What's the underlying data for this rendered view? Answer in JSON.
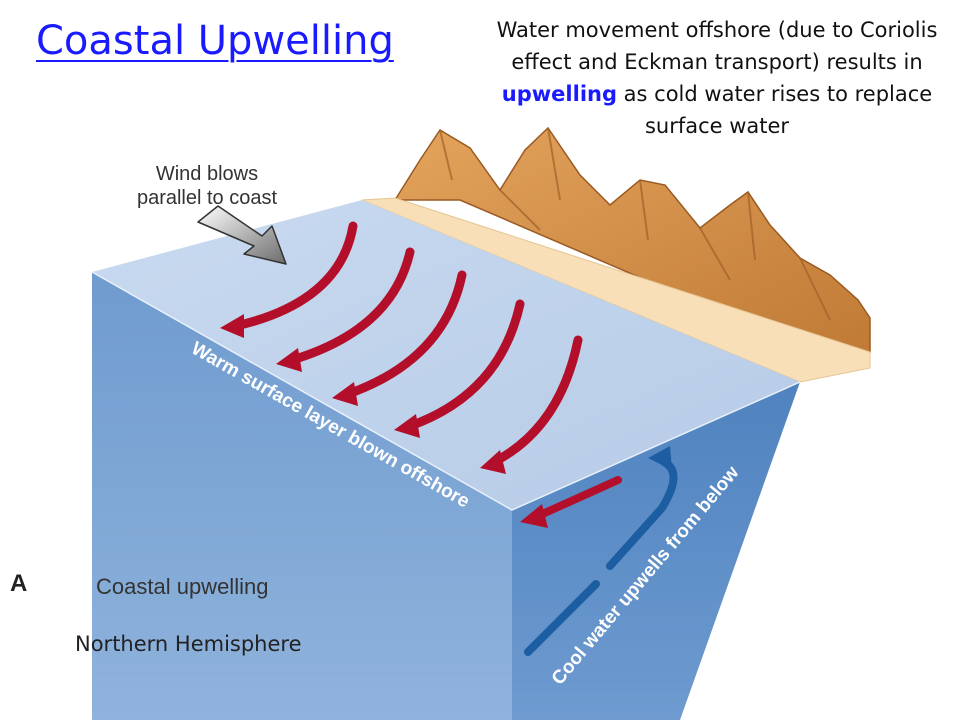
{
  "title": "Coastal Upwelling",
  "description": {
    "before": "Water movement offshore (due to Coriolis effect and Eckman transport) results in ",
    "highlight": "upwelling",
    "after": " as cold water rises to replace surface water"
  },
  "labels": {
    "wind_line1": "Wind blows",
    "wind_line2": "parallel to coast",
    "warm_layer": "Warm surface layer blown offshore",
    "cool_water": "Cool water upwells from below",
    "panel_letter": "A",
    "panel_caption": "Coastal upwelling",
    "hemisphere": "Northern Hemisphere"
  },
  "colors": {
    "ocean_top": "#bfd2ea",
    "ocean_front": "#7aa3d2",
    "ocean_side": "#5b8cc6",
    "beach": "#f8dfb8",
    "mountain": "#d08a40",
    "surface_arrow": "#b30f2a",
    "upwelling_arrow": "#1c5ea1",
    "highlight": "#1a1aff"
  }
}
